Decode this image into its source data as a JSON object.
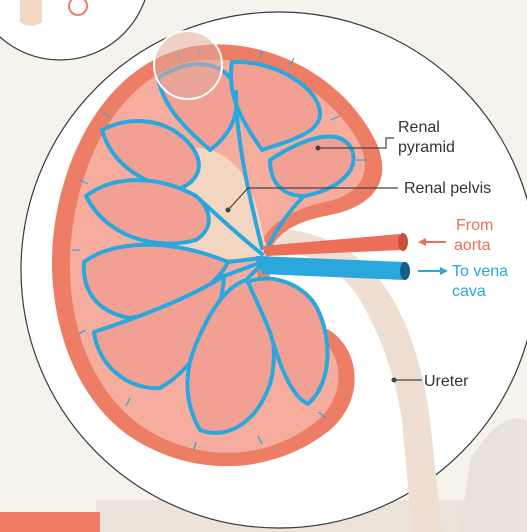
{
  "labels": {
    "renal_pyramid": [
      "Renal",
      "pyramid"
    ],
    "renal_pelvis": "Renal pelvis",
    "from_aorta": [
      "From",
      "aorta"
    ],
    "to_vena_cava": [
      "To vena",
      "cava"
    ],
    "ureter": "Ureter"
  },
  "colors": {
    "background": "#f6f2ec",
    "circle_fill": "#ffffff",
    "capsule": "#ee7d66",
    "cortex": "#f6ad9e",
    "pyramid": "#f3a094",
    "pelvis": "#f4d7c1",
    "vein": "#2aa8de",
    "vein_outline": "#15608a",
    "artery": "#ec6f5a",
    "label_text": "#333333",
    "aorta_text": "#ec6f5a",
    "vena_cava_text": "#2aa8de"
  },
  "icons": {
    "magnifier": "magnifier-lens-icon"
  }
}
